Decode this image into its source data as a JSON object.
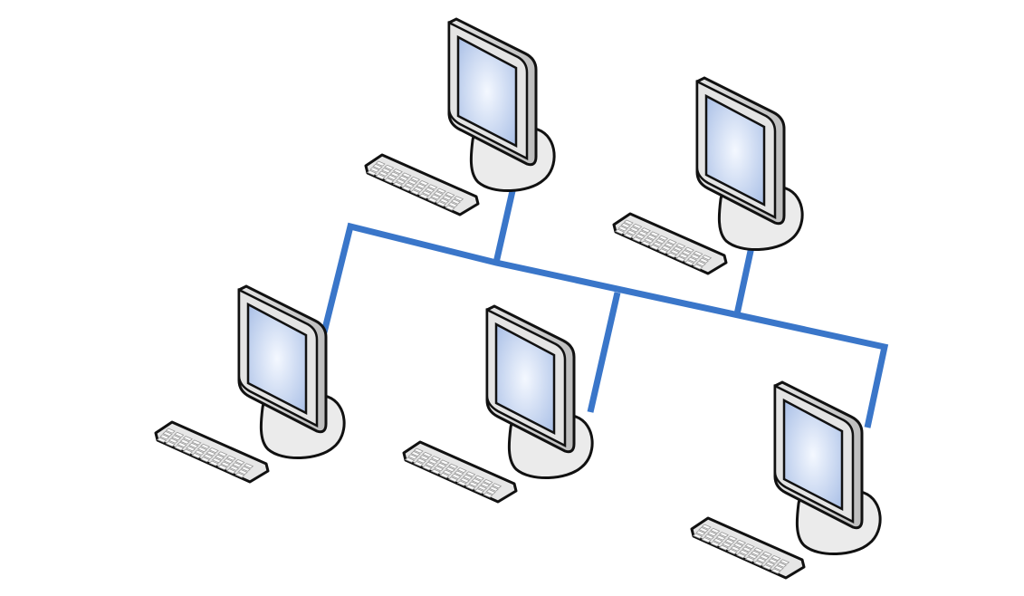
{
  "diagram": {
    "type": "bus-network",
    "colors": {
      "cable": "#3a76c9",
      "outline": "#111111",
      "bezel": "#e4e4e4",
      "bezel_shade": "#bdbdbd",
      "screen_center": "#f4f8ff",
      "screen_edge": "#a9bfe6",
      "stand": "#ebebeb",
      "keyboard": "#e6e6e6",
      "key": "#fbfbfb"
    },
    "nodes": [
      {
        "id": "workstation-top-center",
        "icon": "desktop-computer-icon"
      },
      {
        "id": "workstation-top-right",
        "icon": "desktop-computer-icon"
      },
      {
        "id": "workstation-bottom-left",
        "icon": "desktop-computer-icon"
      },
      {
        "id": "workstation-bottom-center",
        "icon": "desktop-computer-icon"
      },
      {
        "id": "workstation-bottom-right",
        "icon": "desktop-computer-icon"
      }
    ]
  }
}
